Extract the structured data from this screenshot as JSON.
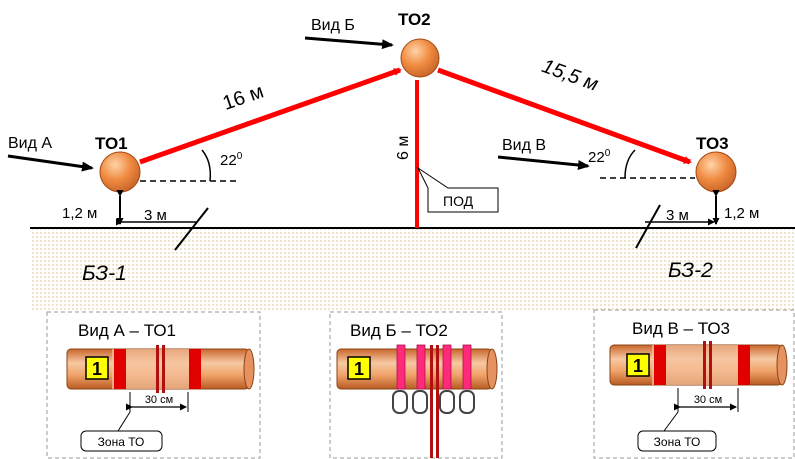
{
  "diagram": {
    "nodes": {
      "to1": "ТО1",
      "to2": "ТО2",
      "to3": "ТО3"
    },
    "view_labels": {
      "a": "Вид А",
      "b": "Вид Б",
      "v": "Вид В"
    },
    "distances": {
      "to1_to2": "16 м",
      "to2_to3": "15,5 м",
      "height": "6 м"
    },
    "angles": {
      "left_base": "22",
      "right_base": "22",
      "sup": "0"
    },
    "pod_label": "ПОД",
    "offsets": {
      "left_h": "1,2 м",
      "left_w": "3 м",
      "right_h": "1,2 м",
      "right_w": "3 м"
    },
    "zones": {
      "left": "БЗ-1",
      "right": "БЗ-2"
    }
  },
  "panels": [
    {
      "title": "Вид А – ТО1",
      "badge": "1",
      "dim": "30 см",
      "zone_label": "Зона ТО"
    },
    {
      "title": "Вид Б – ТО2",
      "badge": "1"
    },
    {
      "title": "Вид В – ТО3",
      "badge": "1",
      "dim": "30 см",
      "zone_label": "Зона ТО"
    }
  ],
  "colors": {
    "line_red": "#ff0000",
    "node_orange": "#f08a40",
    "pipe_light": "#f7c9a3",
    "pipe_dark": "#c9672b",
    "badge_yellow": "#ffff00",
    "band_red": "#e00000",
    "strap_pink": "#ff2a7a",
    "ground_dots": "#d8b878"
  }
}
